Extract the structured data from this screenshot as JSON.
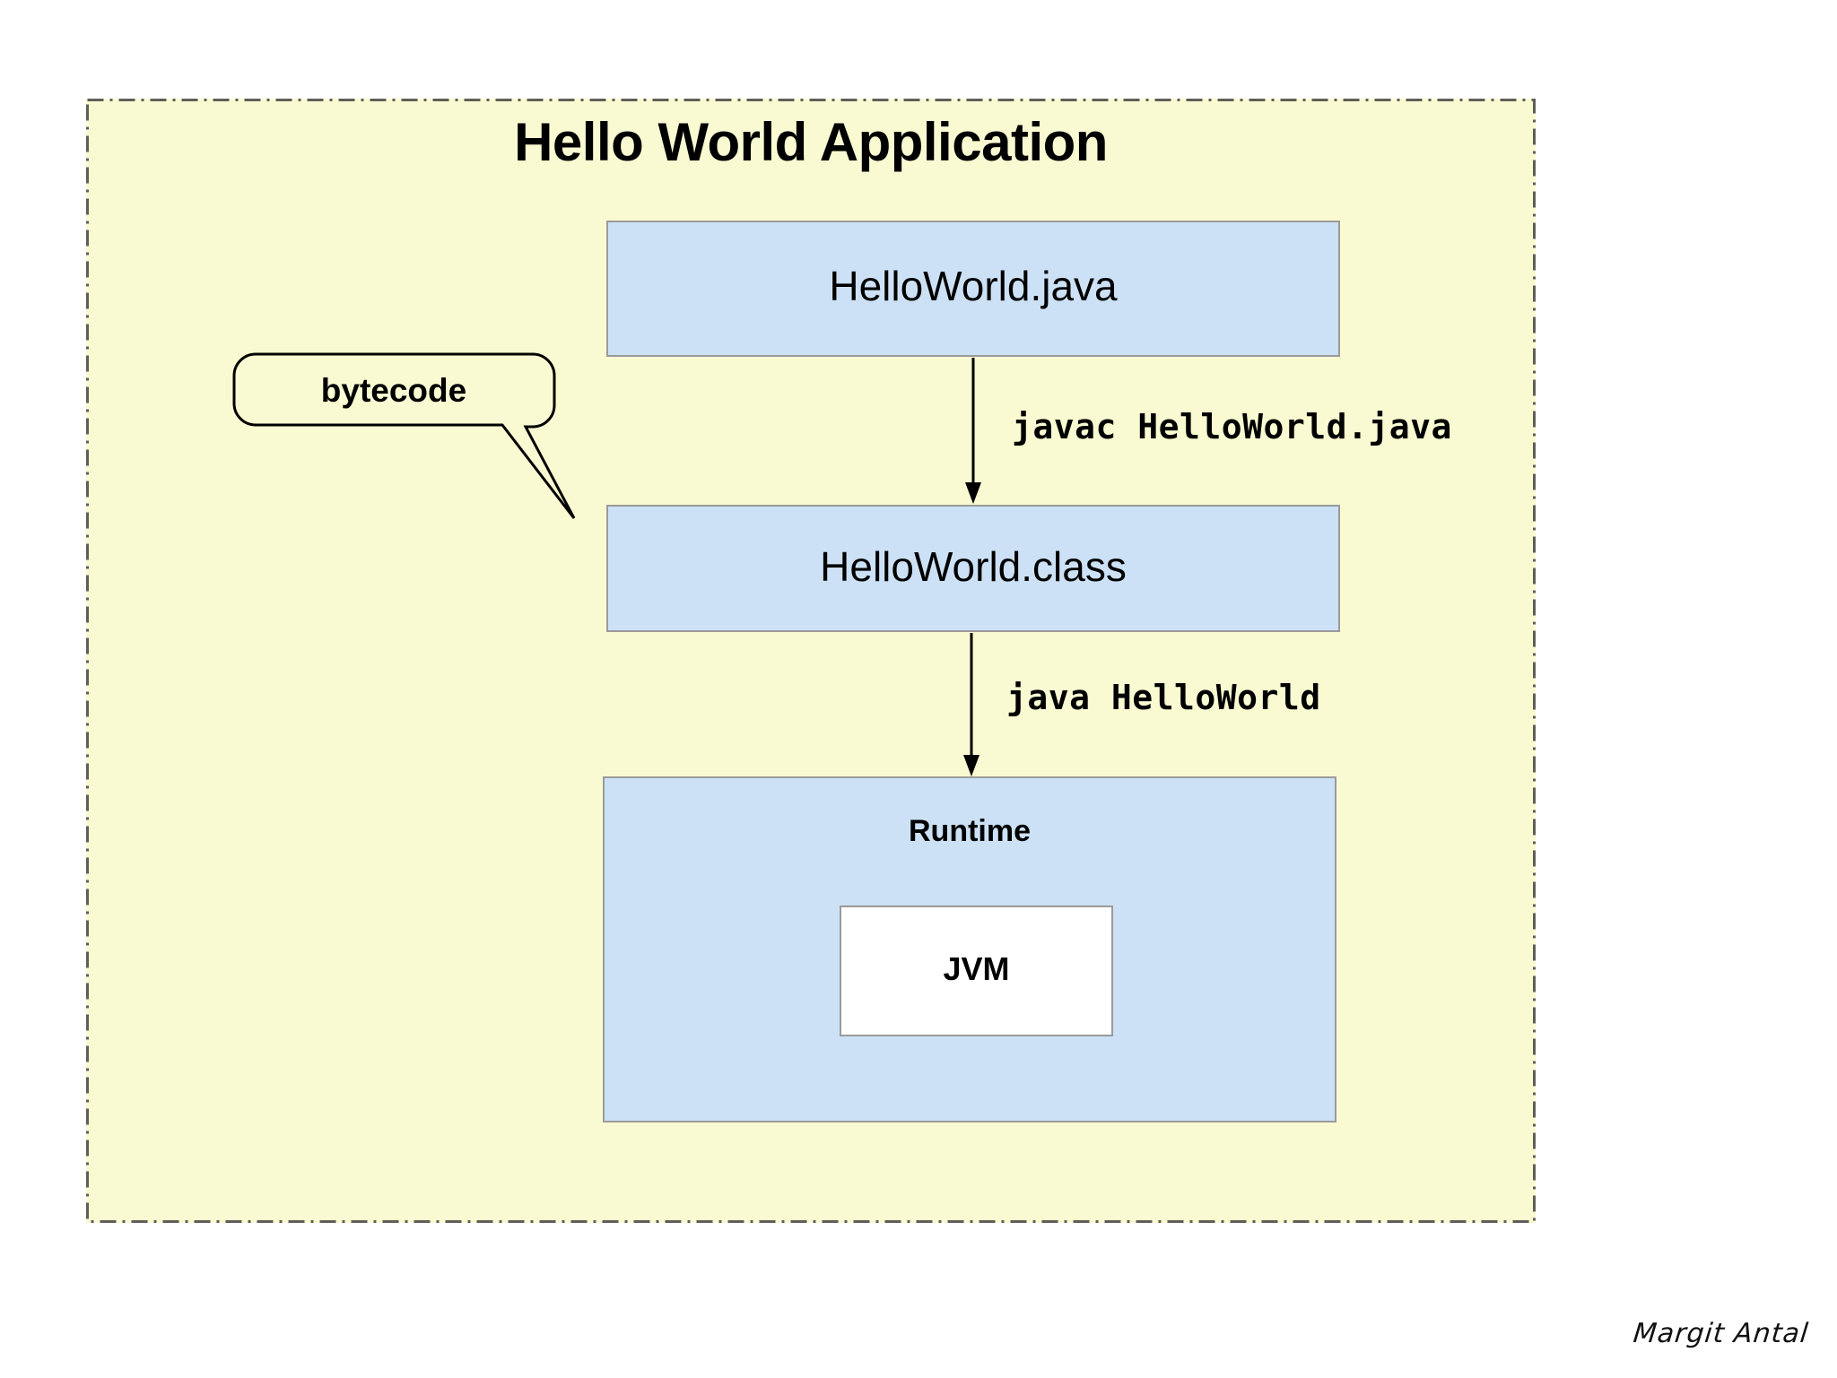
{
  "diagram": {
    "title": "Hello World Application",
    "panel": {
      "background_color": "#FAFAD2",
      "border_style": "dash-dot",
      "border_color": "#666666"
    },
    "box_fill_color": "#CCE1F5",
    "box_border_color": "#9A9A9A",
    "nodes": [
      {
        "id": "source",
        "label": "HelloWorld.java"
      },
      {
        "id": "classfile",
        "label": "HelloWorld.class"
      },
      {
        "id": "runtime",
        "label": "Runtime"
      },
      {
        "id": "jvm",
        "label": "JVM"
      }
    ],
    "edges": [
      {
        "from": "source",
        "to": "classfile",
        "label": "javac HelloWorld.java"
      },
      {
        "from": "classfile",
        "to": "runtime",
        "label": "java HelloWorld"
      }
    ],
    "callout": {
      "label": "bytecode",
      "points_to": "classfile"
    }
  },
  "signature": {
    "name": "Margit Antal"
  }
}
